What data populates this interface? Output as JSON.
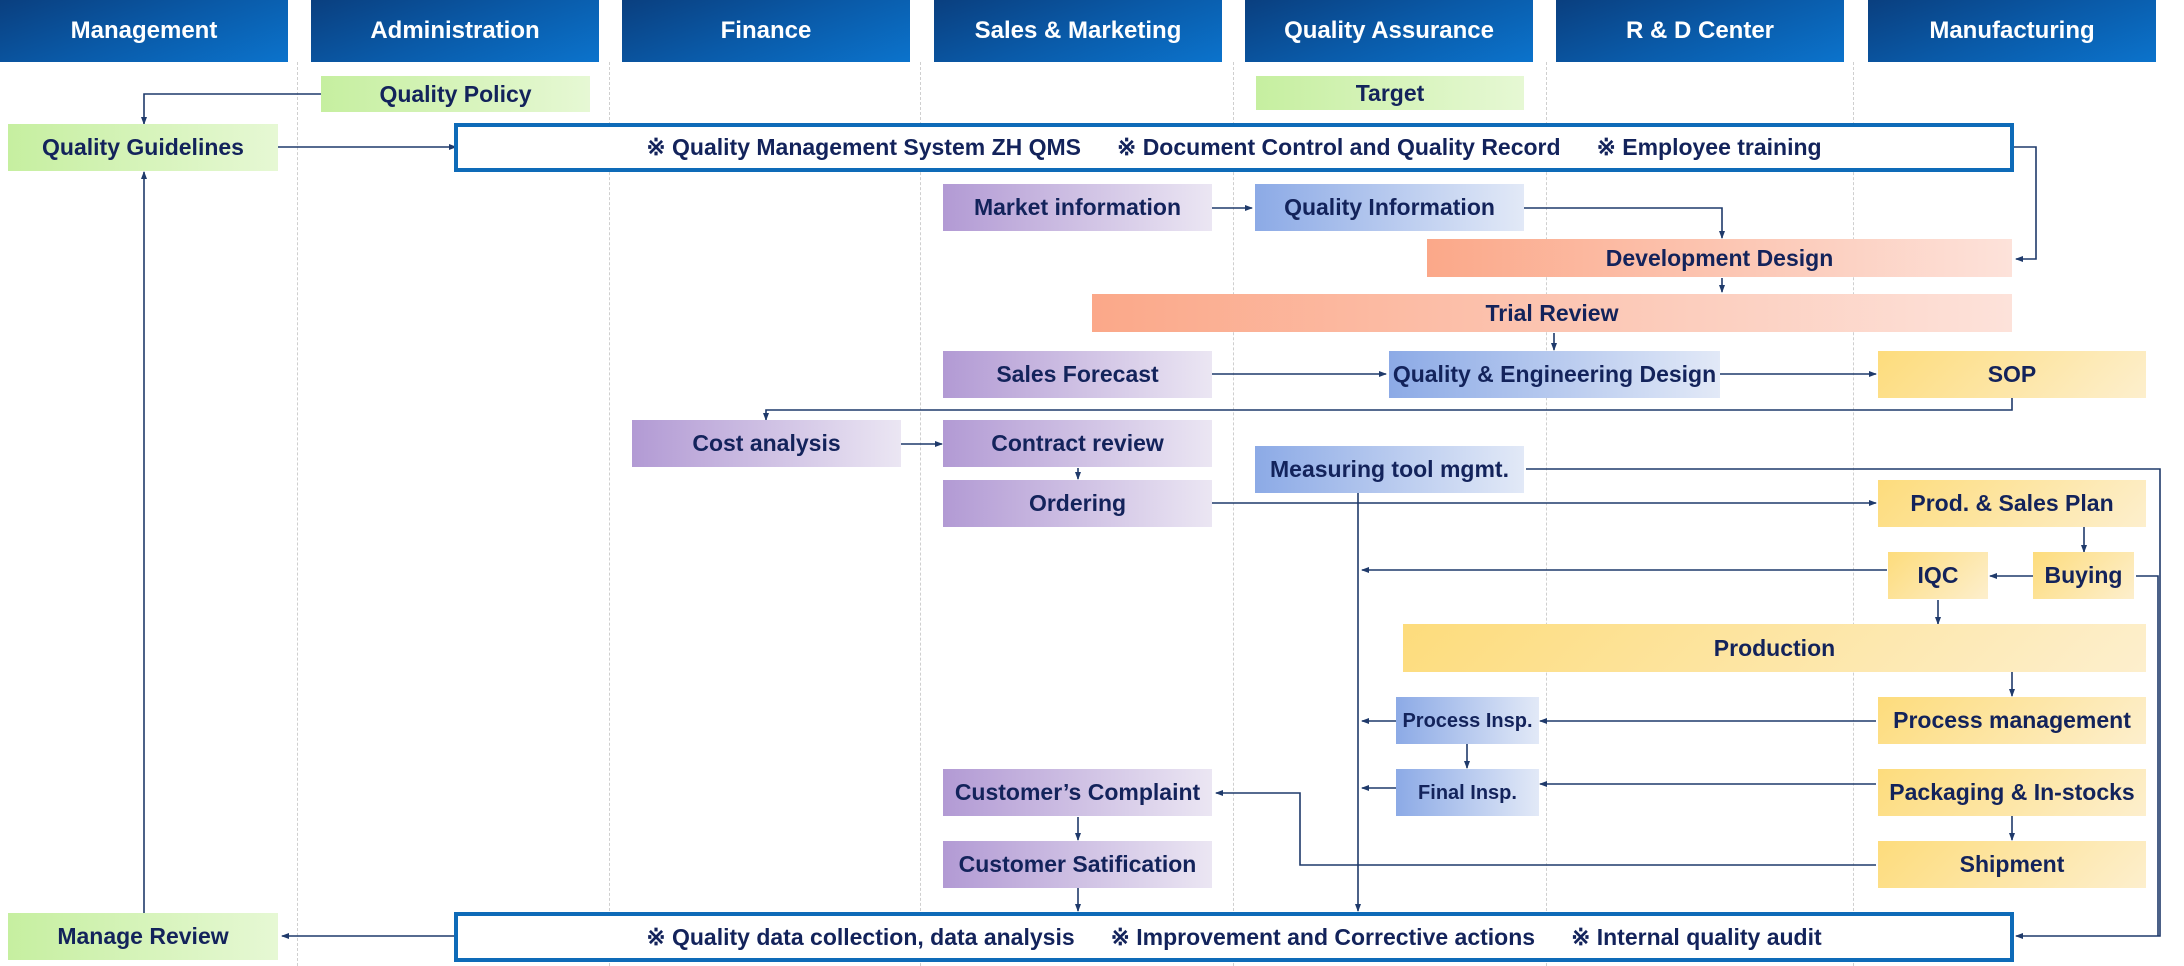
{
  "headers": [
    "Management",
    "Administration",
    "Finance",
    "Sales & Marketing",
    "Quality Assurance",
    "R & D Center",
    "Manufacturing"
  ],
  "nodes": {
    "quality_policy": "Quality Policy",
    "target": "Target",
    "quality_guidelines": "Quality Guidelines",
    "market_information": "Market information",
    "quality_information": "Quality Information",
    "development_design": "Development Design",
    "trial_review": "Trial Review",
    "sales_forecast": "Sales Forecast",
    "quality_engineering_design": "Quality & Engineering Design",
    "sop": "SOP",
    "cost_analysis": "Cost analysis",
    "contract_review": "Contract review",
    "measuring_tool_mgmt": "Measuring tool mgmt.",
    "ordering": "Ordering",
    "prod_sales_plan": "Prod. & Sales Plan",
    "iqc": "IQC",
    "buying": "Buying",
    "production": "Production",
    "process_insp": "Process Insp.",
    "process_management": "Process management",
    "customers_complaint": "Customer’s Complaint",
    "final_insp": "Final Insp.",
    "packaging_instocks": "Packaging & In-stocks",
    "customer_satisfication": "Customer Satification",
    "shipment": "Shipment",
    "manage_review": "Manage Review"
  },
  "top_frame": [
    "※ Quality Management System ZH QMS",
    "※ Document Control and Quality Record",
    "※ Employee training"
  ],
  "bottom_frame": [
    "※ Quality data collection, data analysis",
    "※ Improvement and Corrective actions",
    "※ Internal quality audit"
  ],
  "colors": {
    "header": "#0a5aa8",
    "frame_border": "#0e6bb8",
    "text": "#13235b",
    "connector": "#1f3a6b"
  }
}
